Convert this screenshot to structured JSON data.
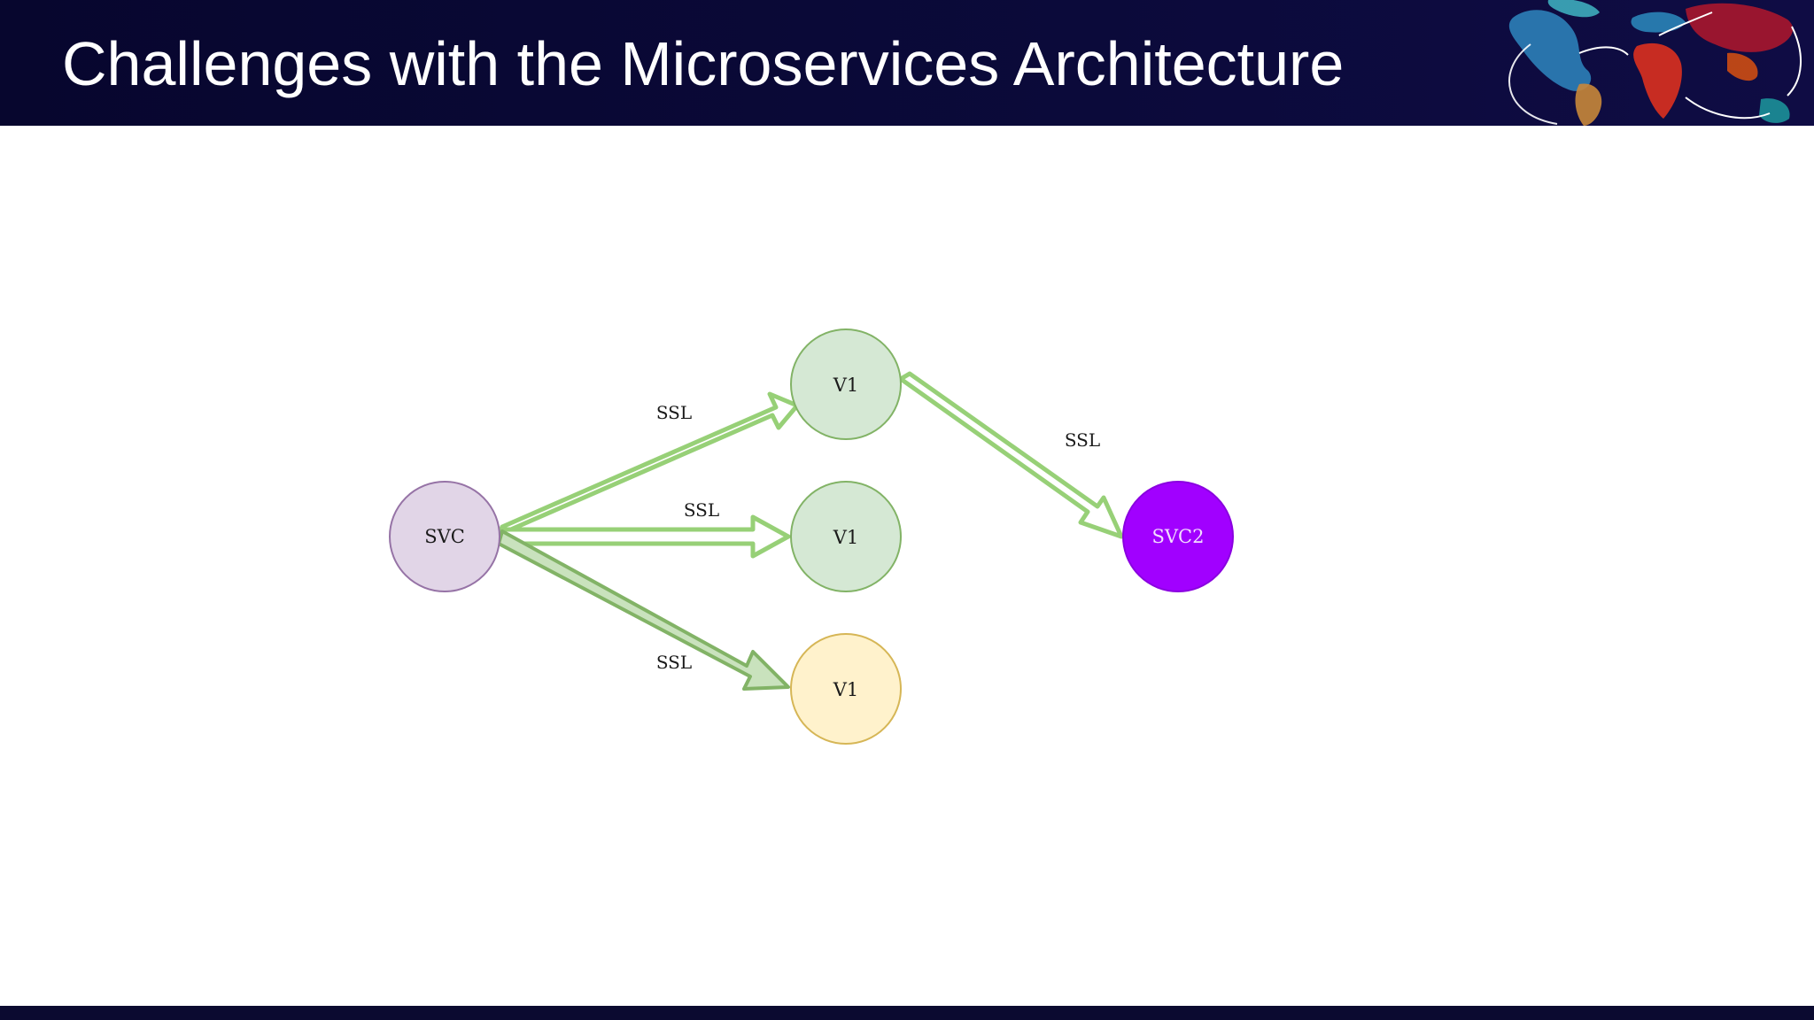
{
  "slide": {
    "title": "Challenges with the Microservices Architecture"
  },
  "diagram": {
    "nodes": {
      "svc": {
        "label": "SVC",
        "fill": "#e1d5e7",
        "stroke": "#9673a6"
      },
      "v1_top": {
        "label": "V1",
        "fill": "#d5e8d4",
        "stroke": "#82b366"
      },
      "v1_mid": {
        "label": "V1",
        "fill": "#d5e8d4",
        "stroke": "#82b366"
      },
      "v1_bottom": {
        "label": "V1",
        "fill": "#fff2cc",
        "stroke": "#d6b656"
      },
      "svc2": {
        "label": "SVC2",
        "fill": "#a100ff",
        "stroke": "#8a00e0"
      }
    },
    "edges": [
      {
        "from": "SVC",
        "to": "V1 (top)",
        "label": "SSL"
      },
      {
        "from": "SVC",
        "to": "V1 (middle)",
        "label": "SSL"
      },
      {
        "from": "SVC",
        "to": "V1 (bottom)",
        "label": "SSL"
      },
      {
        "from": "V1 (top)",
        "to": "SVC2",
        "label": "SSL"
      }
    ],
    "arrow_color": "#97d077",
    "arrow_stroke": "#82b366"
  },
  "colors": {
    "header_bg": "#0b0a3a",
    "title_text": "#ffffff"
  }
}
